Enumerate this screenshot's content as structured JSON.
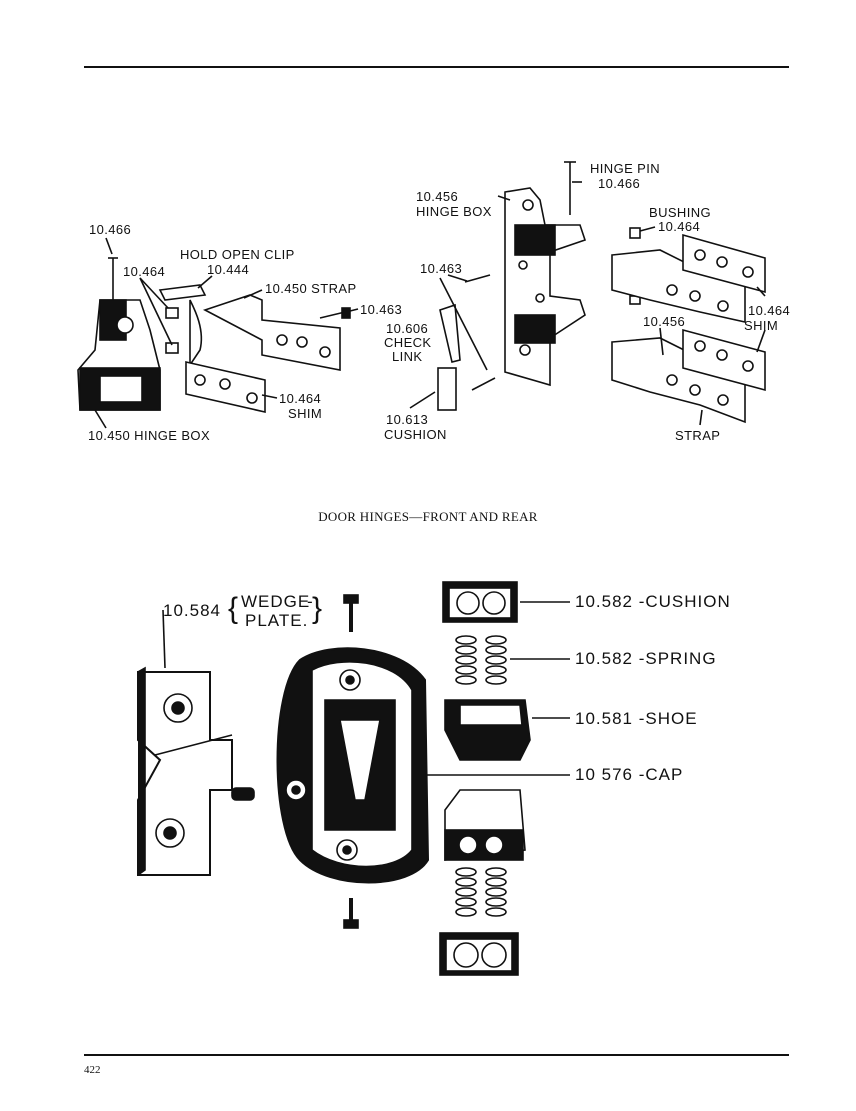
{
  "figure_top": {
    "caption": "DOOR HINGES—FRONT AND REAR",
    "left_assembly": {
      "pin_number": "10.466",
      "hold_open_clip_label": "HOLD OPEN CLIP",
      "hold_open_clip_number": "10.444",
      "bushing_number": "10.464",
      "strap_label": "10.450 STRAP",
      "screw_number": "10.463",
      "shim_number": "10.464",
      "shim_label": "SHIM",
      "hinge_box_label": "10.450 HINGE BOX"
    },
    "right_assembly": {
      "hinge_pin_label": "HINGE PIN",
      "hinge_pin_number": "10.466",
      "hinge_box_number": "10.456",
      "hinge_box_label": "HINGE BOX",
      "bushing_label": "BUSHING",
      "bushing_number": "10.464",
      "screw_number": "10.463",
      "check_link_number": "10.606",
      "check_link_label_1": "CHECK",
      "check_link_label_2": "LINK",
      "cushion_number": "10.613",
      "cushion_label": "CUSHION",
      "strap_number": "10.456",
      "shim_number": "10.464",
      "shim_label": "SHIM",
      "strap_label": "STRAP"
    }
  },
  "figure_bottom": {
    "wedge_plate_number": "10.584",
    "wedge_plate_label_1": "WEDGE",
    "wedge_plate_label_2": "PLATE.",
    "cushion_label": "10.582 -CUSHION",
    "spring_label": "10.582 -SPRING",
    "shoe_label": "10.581 -SHOE",
    "cap_label": "10 576 -CAP"
  },
  "page_number": "422"
}
